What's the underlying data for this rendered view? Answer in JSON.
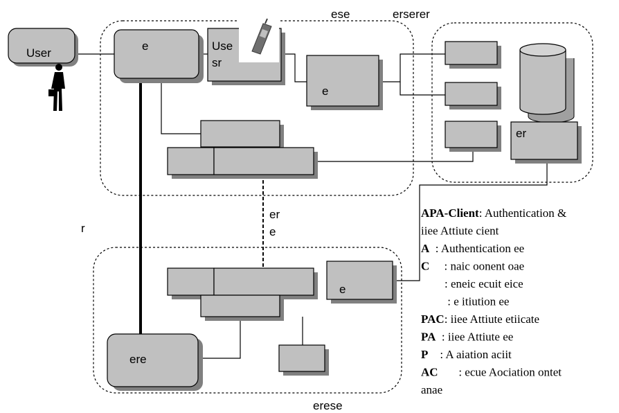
{
  "labels": {
    "user": "User",
    "user_box_top": "e",
    "user_sr_line1": "Use",
    "user_sr_line2": "sr",
    "mid_box": "e",
    "server_box": "er",
    "er_label_line1": "er",
    "er_label_line2": "e",
    "left_r": "r",
    "bottom_small_box": "e",
    "bottom_left_box": "ere",
    "top_domain_1": "ese",
    "top_domain_2": "erserer",
    "bottom_domain": "erese"
  },
  "legend": [
    {
      "key": "APA-Client",
      "sep": ":",
      "text": " Authentication &"
    },
    {
      "key": "",
      "sep": "",
      "text": "iiee Attiute cient"
    },
    {
      "key": "A",
      "sep": "",
      "text": "  : Authentication ee"
    },
    {
      "key": "C",
      "sep": "",
      "text": "     : naic oonent oae"
    },
    {
      "key": "",
      "sep": "",
      "text": "        : eneic ecuit eice"
    },
    {
      "key": "",
      "sep": "",
      "text": "         : e itiution ee"
    },
    {
      "key": "PAC",
      "sep": "",
      "text": ": iiee Attiute etiicate"
    },
    {
      "key": "PA",
      "sep": "",
      "text": "  : iiee Attiute ee"
    },
    {
      "key": "P",
      "sep": "",
      "text": "    : A aiation aciit"
    },
    {
      "key": "AC",
      "sep": "",
      "text": "       : ecue Aociation ontet"
    },
    {
      "key": "",
      "sep": "",
      "text": "anae"
    }
  ],
  "icons": [
    "person-icon",
    "mobile-phone-icon",
    "database-icon"
  ]
}
